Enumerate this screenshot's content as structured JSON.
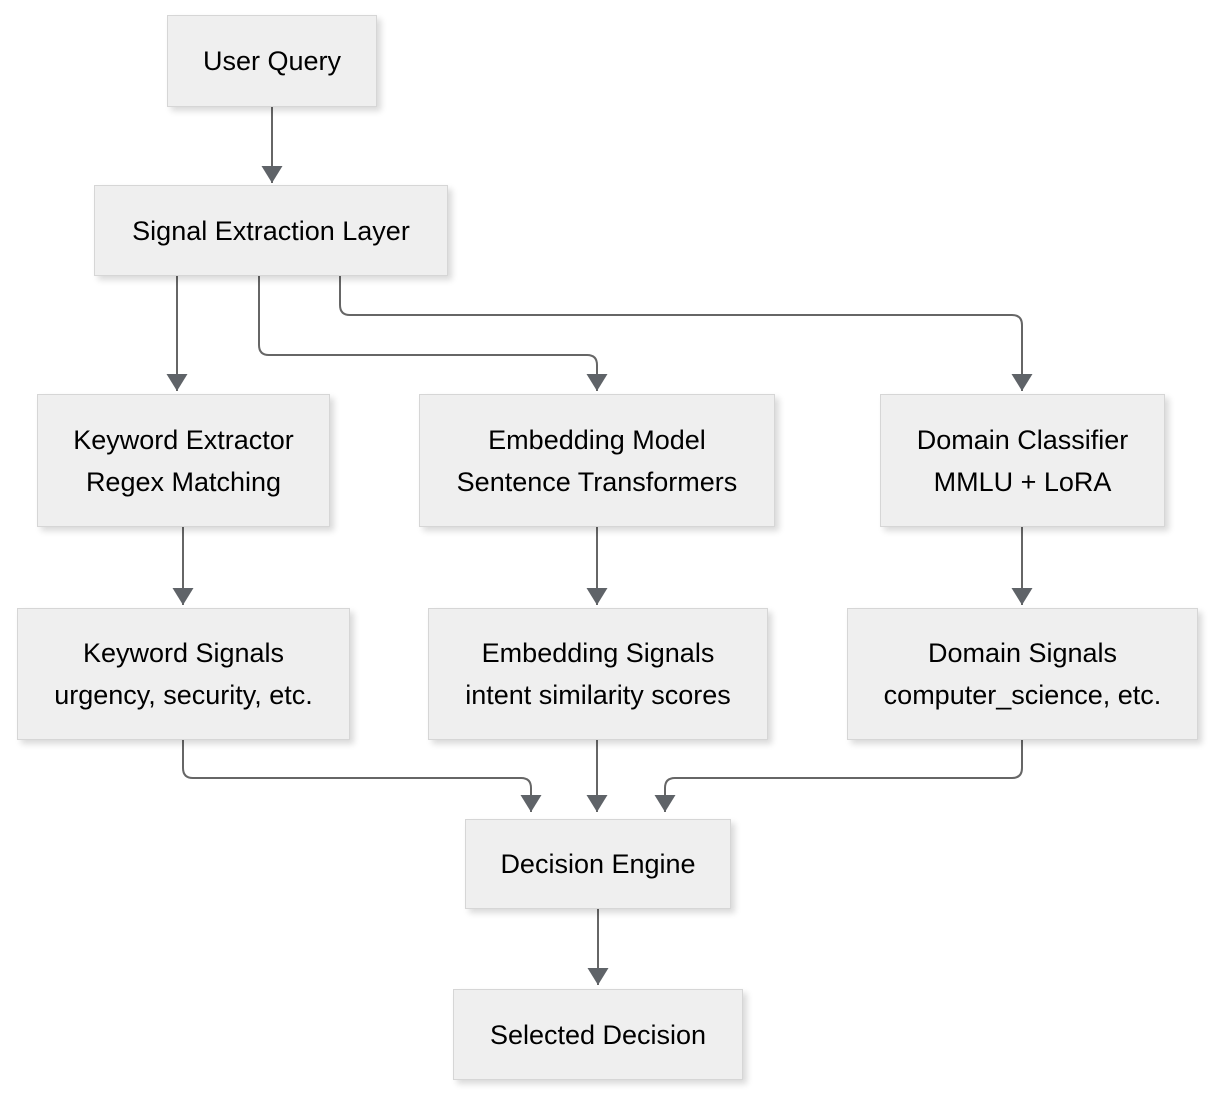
{
  "diagram": {
    "colors": {
      "background": "#ffffff",
      "node_fill": "#efefef",
      "node_border": "#d6d6d6",
      "connector": "#666666",
      "text": "#000000"
    },
    "nodes": [
      {
        "id": "user-query",
        "title": "User Query",
        "subtitle": ""
      },
      {
        "id": "signal-extraction-layer",
        "title": "Signal Extraction Layer",
        "subtitle": ""
      },
      {
        "id": "keyword-extractor",
        "title": "Keyword Extractor",
        "subtitle": "Regex Matching"
      },
      {
        "id": "embedding-model",
        "title": "Embedding Model",
        "subtitle": "Sentence Transformers"
      },
      {
        "id": "domain-classifier",
        "title": "Domain Classifier",
        "subtitle": "MMLU + LoRA"
      },
      {
        "id": "keyword-signals",
        "title": "Keyword Signals",
        "subtitle": "urgency, security, etc."
      },
      {
        "id": "embedding-signals",
        "title": "Embedding Signals",
        "subtitle": "intent similarity scores"
      },
      {
        "id": "domain-signals",
        "title": "Domain Signals",
        "subtitle": "computer_science, etc."
      },
      {
        "id": "decision-engine",
        "title": "Decision Engine",
        "subtitle": ""
      },
      {
        "id": "selected-decision",
        "title": "Selected Decision",
        "subtitle": ""
      }
    ],
    "edges": [
      {
        "from": "user-query",
        "to": "signal-extraction-layer"
      },
      {
        "from": "signal-extraction-layer",
        "to": "keyword-extractor"
      },
      {
        "from": "signal-extraction-layer",
        "to": "embedding-model"
      },
      {
        "from": "signal-extraction-layer",
        "to": "domain-classifier"
      },
      {
        "from": "keyword-extractor",
        "to": "keyword-signals"
      },
      {
        "from": "embedding-model",
        "to": "embedding-signals"
      },
      {
        "from": "domain-classifier",
        "to": "domain-signals"
      },
      {
        "from": "keyword-signals",
        "to": "decision-engine"
      },
      {
        "from": "embedding-signals",
        "to": "decision-engine"
      },
      {
        "from": "domain-signals",
        "to": "decision-engine"
      },
      {
        "from": "decision-engine",
        "to": "selected-decision"
      }
    ]
  }
}
